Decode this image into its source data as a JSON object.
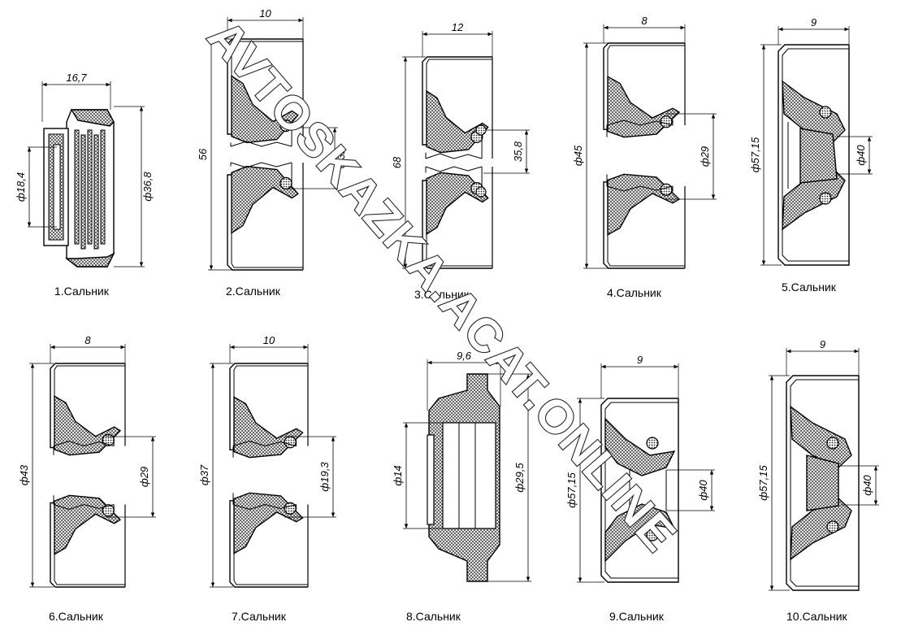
{
  "seals": [
    {
      "caption": "1.Сальник",
      "dims": {
        "width": "16,7",
        "inner": "ф18,4",
        "outer": "ф36,8"
      }
    },
    {
      "caption": "2.Сальник",
      "dims": {
        "width": "10",
        "outer": "56",
        "inner": "ф32"
      }
    },
    {
      "caption": "3.Сальник",
      "dims": {
        "width": "12",
        "outer": "68",
        "inner": "35,8"
      }
    },
    {
      "caption": "4.Сальник",
      "dims": {
        "width": "8",
        "outer": "ф45",
        "inner": "ф29"
      }
    },
    {
      "caption": "5.Сальник",
      "dims": {
        "width": "9",
        "outer": "ф57,15",
        "inner": "ф40"
      }
    },
    {
      "caption": "6.Сальник",
      "dims": {
        "width": "8",
        "outer": "ф43",
        "inner": "ф29"
      }
    },
    {
      "caption": "7.Сальник",
      "dims": {
        "width": "10",
        "outer": "ф37",
        "inner": "ф19,3"
      }
    },
    {
      "caption": "8.Сальник",
      "dims": {
        "width": "9,6",
        "outer": "ф29,5",
        "inner": "ф14"
      }
    },
    {
      "caption": "9.Сальник",
      "dims": {
        "width": "9",
        "outer": "ф57,15",
        "inner": "ф40"
      }
    },
    {
      "caption": "10.Сальник",
      "dims": {
        "width": "9",
        "outer": "ф57,15",
        "inner": "ф40"
      }
    }
  ],
  "watermark": "AVTOSKAZKA.ACAT.ONLINE"
}
